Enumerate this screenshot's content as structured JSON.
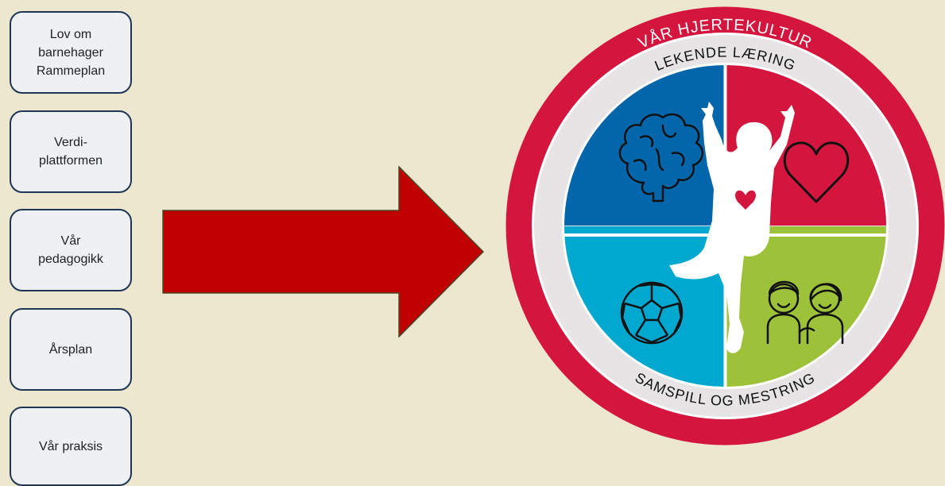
{
  "boxes": [
    {
      "label": "Lov om\nbarnehager\nRammeplan"
    },
    {
      "label": "Verdi-\nplattformen"
    },
    {
      "label": "Vår\npedagogikk"
    },
    {
      "label": "Årsplan"
    },
    {
      "label": "Vår praksis"
    }
  ],
  "arrow": {
    "color": "#c00000"
  },
  "wheel": {
    "outer_ring_label": "VÅR HJERTEKULTUR",
    "top_label": "LEKENDE LÆRING",
    "bottom_label": "SAMSPILL OG MESTRING",
    "colors": {
      "outer_ring": "#d4163f",
      "inner_ring": "#e6e4e4",
      "top_left": "#0466aa",
      "top_right": "#d4163f",
      "bottom_left": "#00a8d0",
      "bottom_right": "#9dc23a"
    },
    "quadrant_icons": [
      "brain-icon",
      "heart-icon",
      "football-icon",
      "friends-icon"
    ]
  }
}
